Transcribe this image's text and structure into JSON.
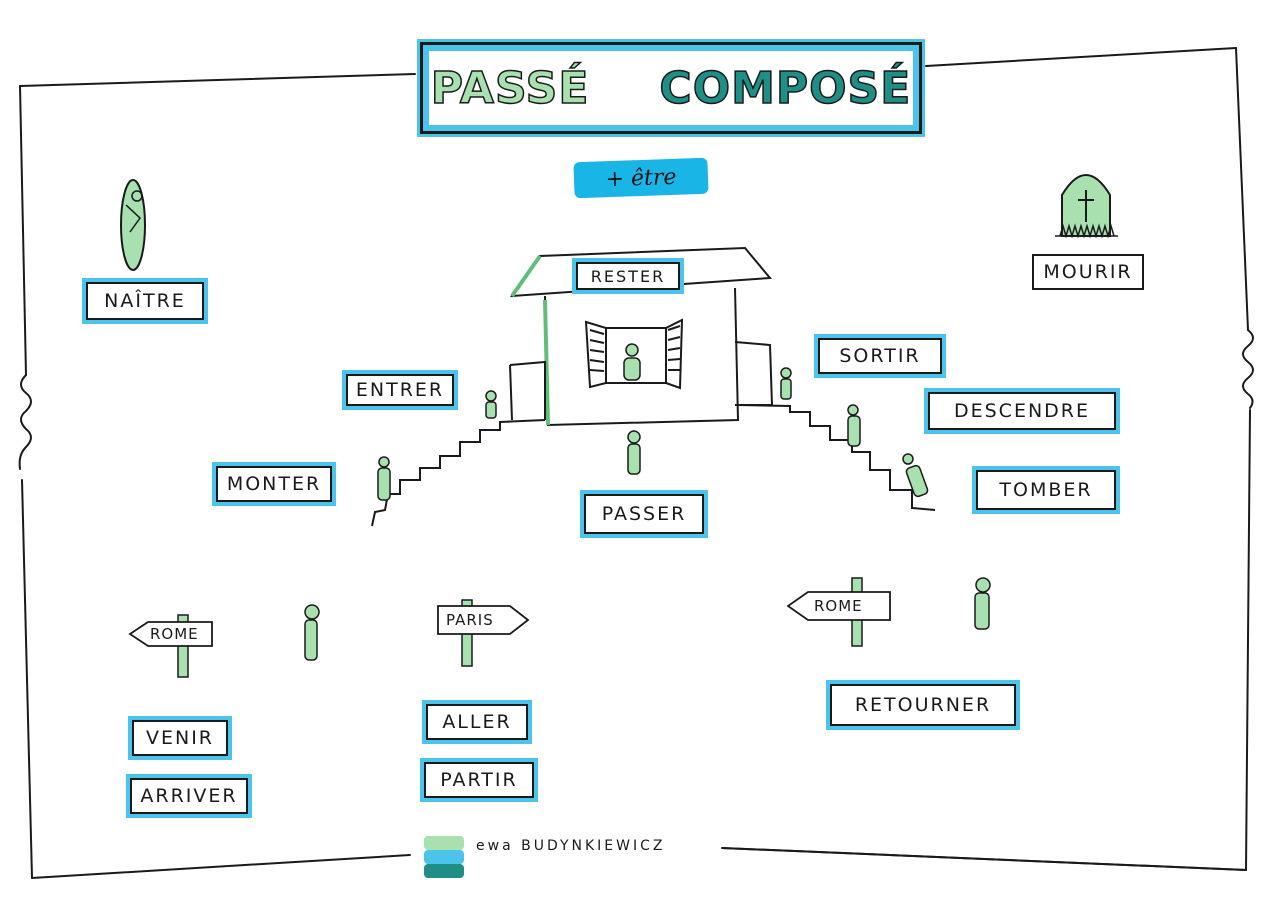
{
  "title": {
    "word1": "PASSÉ",
    "word2": "COMPOSÉ"
  },
  "subtitle": "+ être",
  "colors": {
    "marker_blue": "#4cc3ea",
    "light_green": "#a8e0b0",
    "teal": "#1f8f85",
    "ink": "#1a1a1a"
  },
  "verbs": {
    "naitre": "NAÎTRE",
    "mourir": "MOURIR",
    "rester": "RESTER",
    "entrer": "ENTRER",
    "sortir": "SORTIR",
    "monter": "MONTER",
    "descendre": "DESCENDRE",
    "passer": "PASSER",
    "tomber": "TOMBER",
    "venir": "VENIR",
    "arriver": "ARRIVER",
    "aller": "ALLER",
    "partir": "PARTIR",
    "retourner": "RETOURNER"
  },
  "signs": {
    "rome_left": "ROME",
    "paris": "PARIS",
    "rome_right": "ROME"
  },
  "author": "ewa   BUDYNKIEWICZ",
  "icons": [
    "baby-icon",
    "tombstone-icon",
    "house-icon",
    "stick-figure-icon",
    "signpost-icon"
  ]
}
